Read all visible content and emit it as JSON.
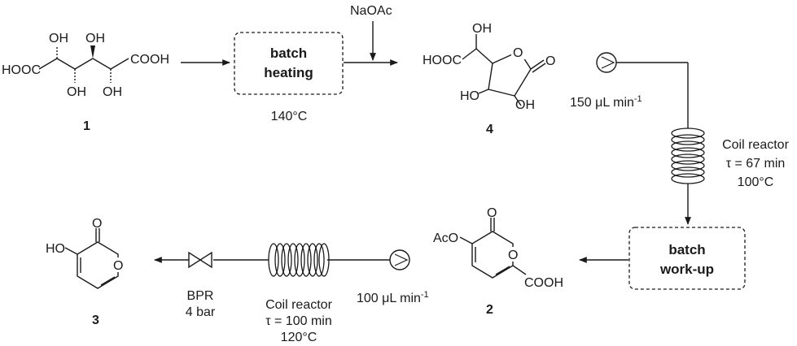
{
  "compounds": {
    "c1": {
      "number": "1",
      "groups": {
        "left_acid": "HOOC",
        "right_acid": "COOH",
        "oh_top_a": "OH",
        "oh_top_b": "OH",
        "oh_bot_a": "OH",
        "oh_bot_b": "OH"
      }
    },
    "c4": {
      "number": "4",
      "groups": {
        "acid": "HOOC",
        "oh_side": "OH",
        "ring_o": "O",
        "carbonyl_o": "O",
        "oh_left": "HO",
        "oh_right": "OH"
      }
    },
    "c2": {
      "number": "2",
      "groups": {
        "aco": "AcO",
        "carbonyl_o": "O",
        "ring_o": "O",
        "acid": "COOH"
      }
    },
    "c3": {
      "number": "3",
      "groups": {
        "ho": "HO",
        "carbonyl_o": "O",
        "ring_o": "O"
      }
    }
  },
  "steps": {
    "batch_heating": {
      "line1": "batch",
      "line2": "heating",
      "temperature": "140°C",
      "reagent": "NaOAc"
    },
    "flow1": {
      "rate_value": "150 μL min",
      "rate_exp": "-1",
      "reactor": "Coil reactor",
      "tau": "τ = 67 min",
      "temperature": "100°C"
    },
    "batch_workup": {
      "line1": "batch",
      "line2": "work-up"
    },
    "flow2": {
      "rate_value": "100 μL min",
      "rate_exp": "-1",
      "reactor": "Coil reactor",
      "tau": "τ = 100 min",
      "temperature": "120°C"
    },
    "bpr": {
      "label": "BPR",
      "pressure": "4 bar"
    }
  }
}
